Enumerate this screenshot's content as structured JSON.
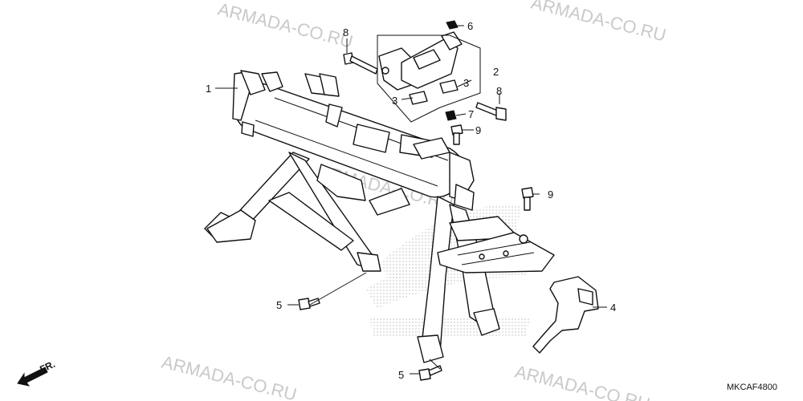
{
  "watermark": {
    "text": "ARMADA-CO.RU"
  },
  "diagram_code": "MKCAF4800",
  "direction_label": "FR.",
  "callouts": {
    "c1": "1",
    "c2": "2",
    "c3a": "3",
    "c3b": "3",
    "c4": "4",
    "c5a": "5",
    "c5b": "5",
    "c6": "6",
    "c7": "7",
    "c8a": "8",
    "c8b": "8",
    "c9a": "9",
    "c9b": "9"
  },
  "colors": {
    "line": "#111111",
    "watermark": "#c9c9c9",
    "logo_halftone": "#d9d9d9"
  }
}
